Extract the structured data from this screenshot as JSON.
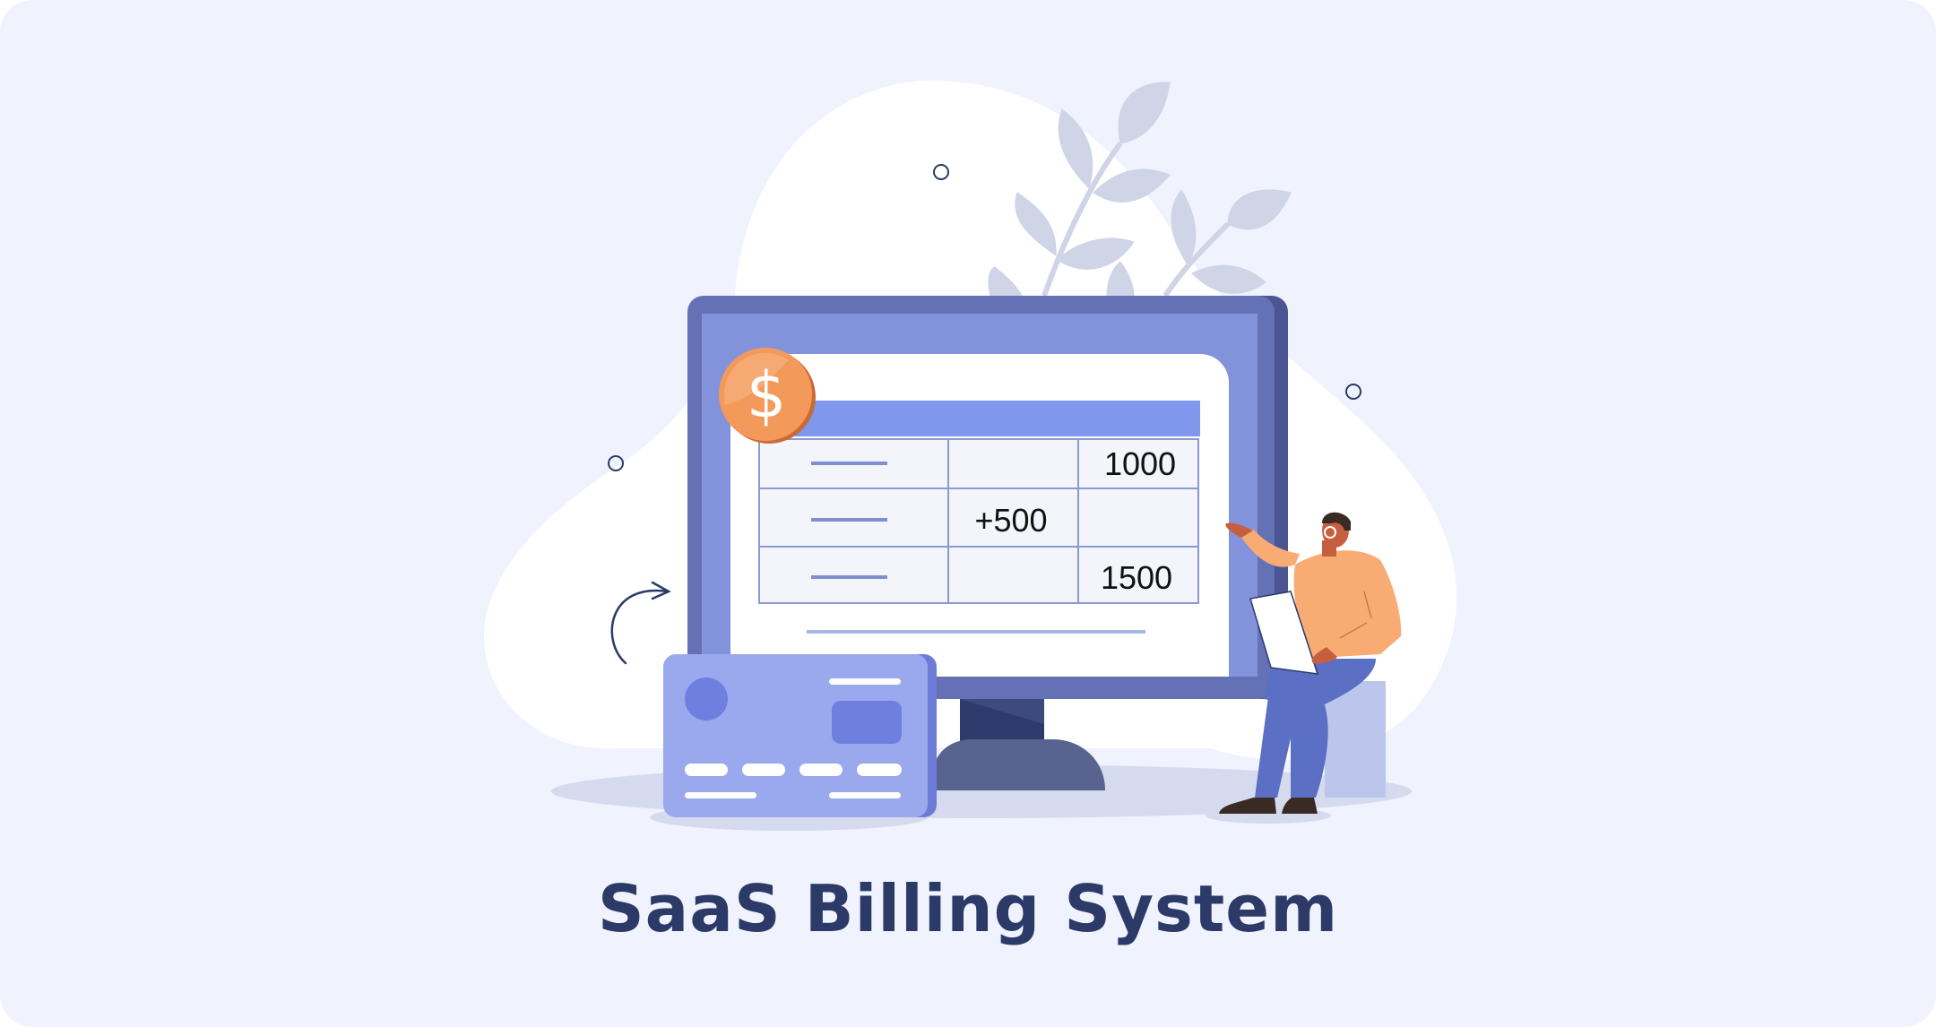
{
  "title": "SaaS Billing System",
  "table": {
    "rows": [
      {
        "col2": "",
        "col3": "1000"
      },
      {
        "col2": "+500",
        "col3": ""
      },
      {
        "col2": "",
        "col3": "1500"
      }
    ]
  },
  "coin_symbol": "$",
  "colors": {
    "background": "#f0f3fd",
    "title": "#2b3a67",
    "monitor_frame": "#6571b5",
    "monitor_screen": "#8293dc",
    "table_header": "#7f97ec",
    "coin": "#f39a5a",
    "card": "#9aa8ee",
    "leaves": "#cfd4e6"
  },
  "icons": [
    "dollar-coin-icon",
    "curved-arrow-icon",
    "credit-card-icon",
    "leaf-plant-icon"
  ]
}
